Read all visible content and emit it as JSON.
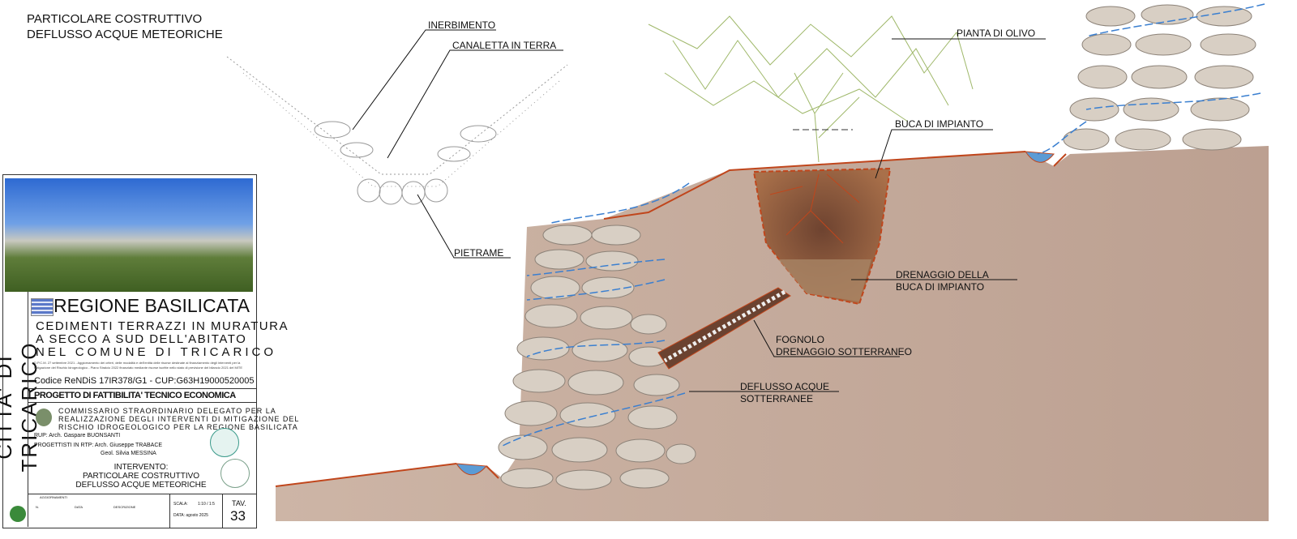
{
  "drawing": {
    "title_lines": [
      "PARTICOLARE COSTRUTTIVO",
      "DEFLUSSO ACQUE METEORICHE"
    ],
    "labels": {
      "inerbimento": "INERBIMENTO",
      "canaletta": "CANALETTA IN TERRA",
      "pietrame": "PIETRAME",
      "olivo": "PIANTA DI OLIVO",
      "buca": "BUCA DI IMPIANTO",
      "drenaggio1": "DRENAGGIO DELLA",
      "drenaggio2": "BUCA DI IMPIANTO",
      "fognolo1": "FOGNOLO",
      "fognolo2": "DRENAGGIO SOTTERRANEO",
      "deflusso1": "DEFLUSSO ACQUE",
      "deflusso2": "SOTTERRANEE"
    },
    "colors": {
      "soil": "#bfa393",
      "soil_light": "#cbb3a5",
      "pit": "#8c5b3c",
      "water": "#5b9bd5",
      "edge": "#c0461c"
    }
  },
  "title_block": {
    "municipality": "CITTA' DI TRICARICO",
    "region": "REGIONE BASILICATA",
    "project_lines": [
      "CEDIMENTI TERRAZZI IN MURATURA",
      "A SECCO A SUD DELL'ABITATO",
      "NEL COMUNE DI TRICARICO"
    ],
    "fine_print": "D.P.C.M. 27 settembre 2021 - Aggiornamento dei criteri, delle modalità e dell'entità delle risorse destinate al finanziamento degli interventi per la Mitigazione del Rischio Idrogeologico - Piano Stralcio 2022 finanziato mediante risorse iscritte nello stato di previsione del bilancio 2021 del MITE",
    "code": "Codice ReNDiS 17IR378/G1 - CUP:G63H19000520005",
    "phase": "PROGETTO DI FATTIBILITA' TECNICO ECONOMICA",
    "commissioner_lines": [
      "COMMISSARIO STRAORDINARIO DELEGATO PER LA",
      "REALIZZAZIONE DEGLI INTERVENTI DI MITIGAZIONE DEL",
      "RISCHIO IDROGEOLOGICO PER LA REGIONE BASILICATA"
    ],
    "rup": "RUP: Arch. Gaspare BUONSANTI",
    "designers1": "PROGETTISTI IN RTP: Arch. Giuseppe TRABACE",
    "designers2": "Geol. Silvia MESSINA",
    "intervention_lines": [
      "INTERVENTO:",
      "PARTICOLARE COSTRUTTIVO",
      "DEFLUSSO ACQUE METEORICHE"
    ],
    "updates_label": "AGGIORNAMENTI",
    "col_n": "N.",
    "col_data": "DATA",
    "col_desc": "DESCRIZIONE",
    "scale_label": "SCALA:",
    "scale_value": "1:10 / 1:5",
    "date_label": "DATA: agosto 2025",
    "tav_label": "TAV.",
    "tav_number": "33"
  }
}
